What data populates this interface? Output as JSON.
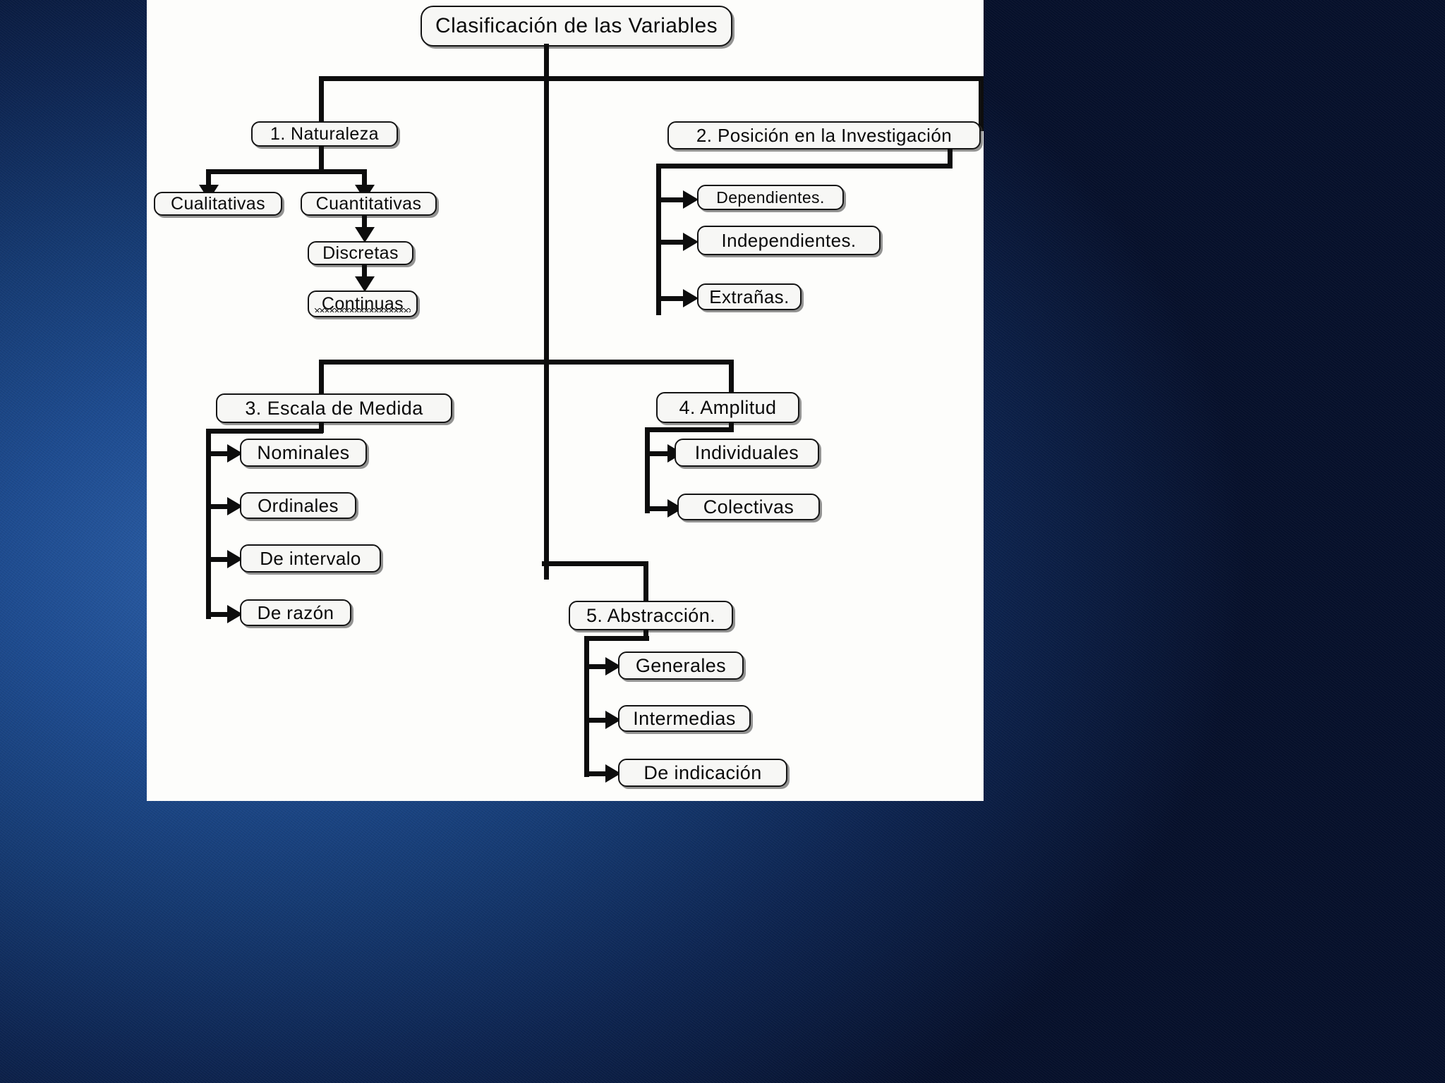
{
  "slide": {
    "background_color": "#15427c",
    "canvas_color": "#fdfdfb",
    "line_color": "#0d0d0d",
    "node_fill": "#f7f7f5"
  },
  "diagram": {
    "type": "hierarchical-flowchart",
    "title": "Clasificación de las Variables",
    "branches": [
      {
        "id": "naturaleza",
        "label": "1. Naturaleza",
        "children": [
          {
            "label": "Cualitativas"
          },
          {
            "label": "Cuantitativas",
            "children": [
              {
                "label": "Discretas",
                "children": [
                  {
                    "label": "Continuas",
                    "spellcheck_underline": true
                  }
                ]
              }
            ]
          }
        ]
      },
      {
        "id": "posicion",
        "label": "2. Posición en la Investigación",
        "children": [
          {
            "label": "Dependientes."
          },
          {
            "label": "Independientes."
          },
          {
            "label": "Extrañas."
          }
        ]
      },
      {
        "id": "escala",
        "label": "3. Escala de Medida",
        "children": [
          {
            "label": "Nominales"
          },
          {
            "label": "Ordinales"
          },
          {
            "label": "De intervalo"
          },
          {
            "label": "De razón"
          }
        ]
      },
      {
        "id": "amplitud",
        "label": "4.  Amplitud",
        "children": [
          {
            "label": "Individuales"
          },
          {
            "label": "Colectivas"
          }
        ]
      },
      {
        "id": "abstraccion",
        "label": "5. Abstracción.",
        "children": [
          {
            "label": "Generales"
          },
          {
            "label": "Intermedias"
          },
          {
            "label": "De indicación"
          }
        ]
      }
    ]
  }
}
